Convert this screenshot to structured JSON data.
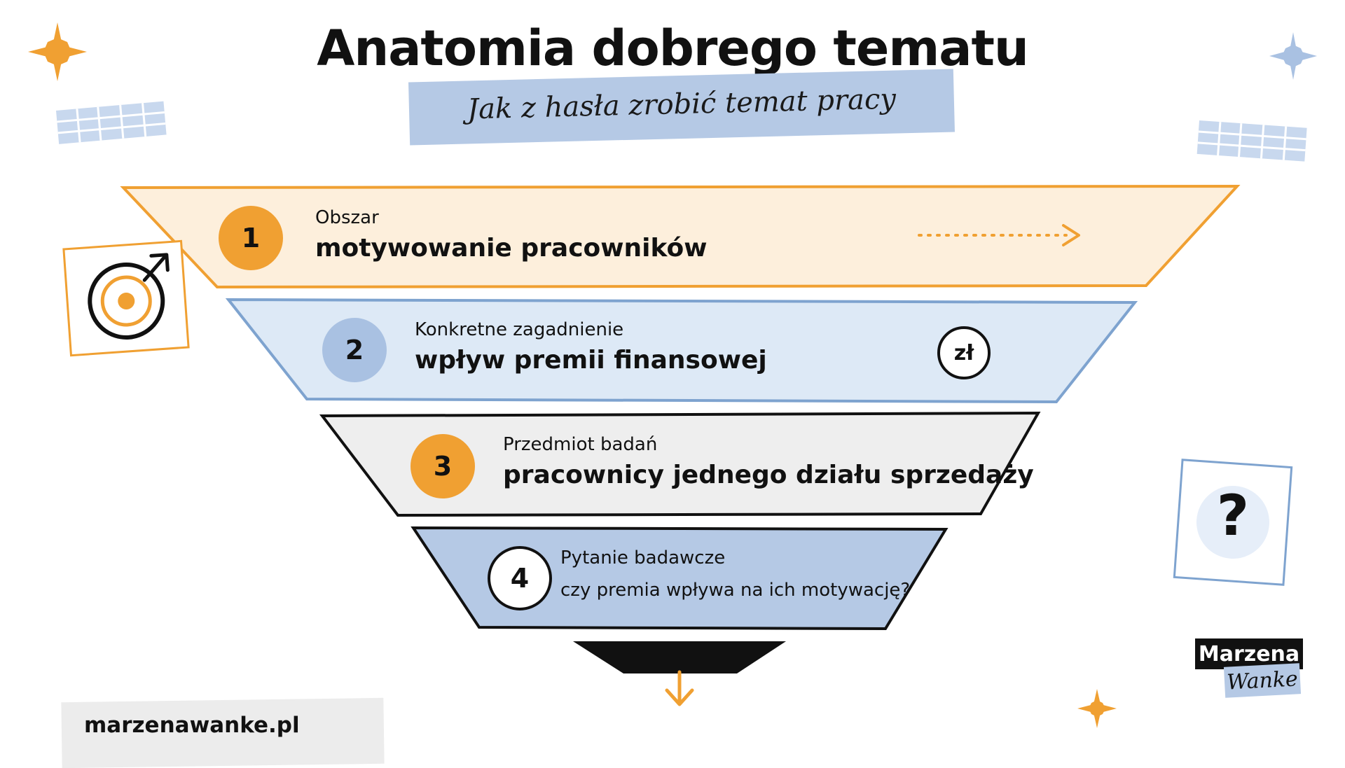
{
  "title": "Anatomia dobrego tematu",
  "subtitle": "Jak z hasła zrobić temat pracy",
  "levels": [
    {
      "number": "1",
      "label": "Obszar",
      "value": "motywowanie pracowników"
    },
    {
      "number": "2",
      "label": "Konkretne zagadnienie",
      "value": "wpływ premii finansowej"
    },
    {
      "number": "3",
      "label": "Przedmiot badań",
      "value": "pracownicy jednego działu sprzedaży"
    },
    {
      "number": "4",
      "label": "Pytanie badawcze",
      "value": "czy premia wpływa na ich motywację?"
    }
  ],
  "currency_badge": "zł",
  "question_icon_glyph": "?",
  "website": "marzenawanke.pl",
  "brand": {
    "first": "Marzena",
    "last": "Wanke"
  },
  "icons": [
    "star-icon",
    "target-icon",
    "arrow-right-icon",
    "arrow-down-icon",
    "question-mark-icon",
    "grid-tape-icon"
  ],
  "colors": {
    "orange": "#f0a032",
    "orange_fill": "#fdefdc",
    "blue": "#b5c9e5",
    "blue_fill": "#dde9f6",
    "blue_stroke": "#7ea3cf",
    "gray_fill": "#eeeeee",
    "dark": "#111111"
  }
}
